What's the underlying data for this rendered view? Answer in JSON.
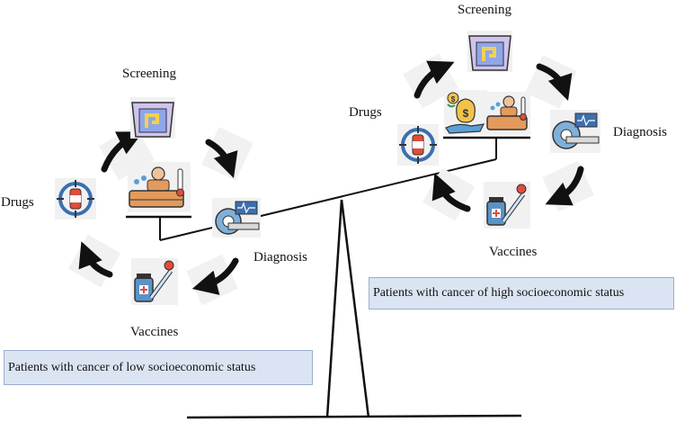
{
  "left_cycle": {
    "screening": "Screening",
    "drugs": "Drugs",
    "diagnosis": "Diagnosis",
    "vaccines": "Vaccines"
  },
  "right_cycle": {
    "screening": "Screening",
    "drugs": "Drugs",
    "diagnosis": "Diagnosis",
    "vaccines": "Vaccines"
  },
  "left_caption": "Patients with cancer of low socioeconomic status",
  "right_caption": "Patients with cancer of high socioeconomic status",
  "colors": {
    "caption_fill": "#dbe4f2",
    "arrow": "#111111",
    "screen_icon": "#cfc3ef",
    "bed_icon": "#e39a5c",
    "vaccine_icon": "#5a93c8",
    "money_icon": "#f1c34a"
  },
  "icons": [
    "screening-scanner-icon",
    "hospital-bed-icon",
    "mri-scanner-icon",
    "vaccine-syringe-icon",
    "drug-target-icon",
    "money-hand-icon"
  ]
}
